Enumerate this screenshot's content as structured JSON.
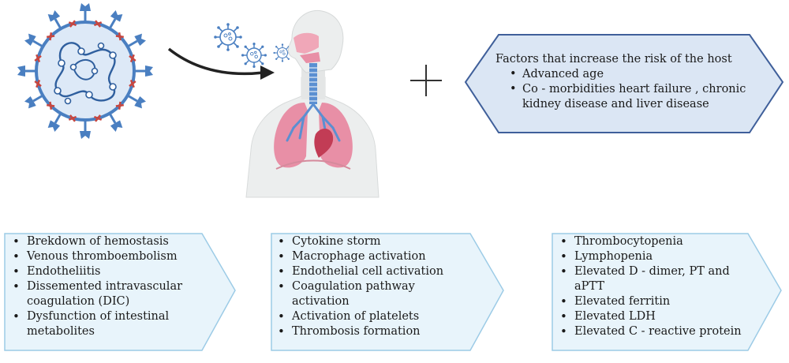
{
  "risk_factors": {
    "title": "Factors that increase the risk of the host",
    "items": [
      "Advanced age",
      "Co - morbidities heart failure , chronic kidney disease and liver disease"
    ]
  },
  "boxes": [
    {
      "items": [
        "Brekdown of hemostasis",
        "Venous thromboembolism",
        "Endotheliitis",
        "Dissemented intravascular coagulation (DIC)",
        "Dysfunction of intestinal metabolites"
      ]
    },
    {
      "items": [
        "Cytokine storm",
        "Macrophage activation",
        "Endothelial cell activation",
        "Coagulation pathway activation",
        "Activation of platelets",
        "Thrombosis formation"
      ]
    },
    {
      "items": [
        "Thrombocytopenia",
        "Lymphopenia",
        "Elevated D - dimer, PT and aPTT",
        "Elevated ferritin",
        "Elevated LDH",
        "Elevated C - reactive protein"
      ]
    }
  ],
  "colors": {
    "virus_blue": "#4a7fc1",
    "virus_red": "#c8463f",
    "lung_pink": "#e88fa6",
    "box_fill": "#e8f4fb",
    "box_stroke": "#9ccbe6",
    "hex_fill": "#dbe6f4",
    "hex_stroke": "#3f5f9a"
  }
}
